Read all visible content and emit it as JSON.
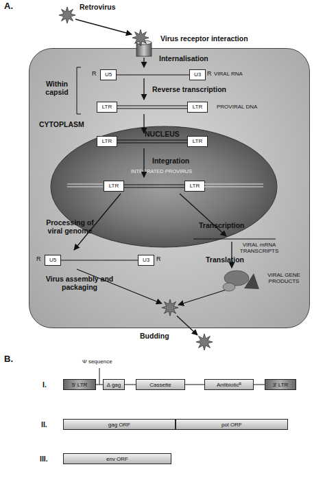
{
  "diagram": {
    "nodes": [
      {
        "text": [
          "CYTOPLASM"
        ]
      },
      {
        "text": [
          "U5"
        ],
        "in": 0
      },
      {
        "text": [
          "U3"
        ],
        "in": 0
      },
      {
        "text": [
          "LTR"
        ],
        "in": 0
      },
      {
        "text": [
          "LTR"
        ],
        "in": 0
      },
      {
        "text": [
          "NUCLEUS",
          "INTEGRATED PROVIRUS"
        ],
        "in": 0
      },
      {
        "text": [
          "LTR"
        ],
        "in": 5
      },
      {
        "text": [
          "LTR"
        ],
        "in": 5
      },
      {
        "text": [
          "LTR"
        ],
        "in": 5
      },
      {
        "text": [
          "LTR"
        ],
        "in": 5
      },
      {
        "text": [
          "U5"
        ],
        "in": 0
      },
      {
        "text": [
          "U3"
        ],
        "in": 0
      },
      {
        "text": [
          "5' LTR"
        ]
      },
      {
        "text": [
          "Δ gag"
        ]
      },
      {
        "text": [
          "Cassette"
        ]
      },
      {
        "text": [
          "Antibioticᴿ"
        ]
      },
      {
        "text": [
          "3' LTR"
        ]
      },
      {
        "text": [
          "gag ORF"
        ]
      },
      {
        "text": [
          "pol ORF"
        ]
      },
      {
        "text": [
          "env ORF"
        ]
      }
    ],
    "edges": [
      {
        "from": 1,
        "to": 2,
        "arrow": "none"
      },
      {
        "from": 3,
        "to": 4,
        "arrow": "none"
      },
      {
        "from": 6,
        "to": 7,
        "arrow": "none"
      },
      {
        "from": 8,
        "to": 9,
        "arrow": "none"
      },
      {
        "from": 10,
        "to": 11,
        "arrow": "none"
      },
      {
        "from": 12,
        "to": 13,
        "arrow": "none"
      },
      {
        "from": 13,
        "to": 14,
        "arrow": "none"
      },
      {
        "from": 14,
        "to": 15,
        "arrow": "none"
      },
      {
        "from": 15,
        "to": 16,
        "arrow": "none"
      }
    ],
    "labels": [
      "A.",
      "Retrovirus",
      "Virus receptor interaction",
      "Internalisation",
      "R",
      "R",
      "VIRAL RNA",
      "Within capsid",
      "Reverse transcription",
      "PROVIRAL DNA",
      "Integration",
      "Processing of viral genome",
      "Transcription",
      "VIRAL mRNA TRANSCRIPTS",
      "Translation",
      "R",
      "R",
      "VIRAL GENE PRODUCTS",
      "Virus assembly and packaging",
      "Budding",
      "B.",
      "I.",
      "Ψ sequence",
      "II.",
      "III."
    ]
  }
}
